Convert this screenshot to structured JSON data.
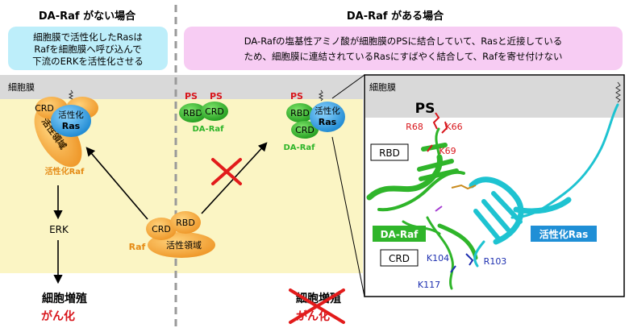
{
  "left": {
    "heading": "DA-Raf がない場合",
    "note_lines": [
      "細胞膜で活性化したRasは",
      "Rafを細胞膜へ呼び込んで",
      "下流のERKを活性化させる"
    ],
    "membrane_label": "細胞膜",
    "crd": "CRD",
    "activated": "活性化",
    "ras": "Ras",
    "active_domain": "活性領域",
    "activated_raf": "活性化Raf",
    "erk": "ERK",
    "outcome1": "細胞増殖",
    "outcome2": "がん化"
  },
  "center": {
    "crd": "CRD",
    "rbd": "RBD",
    "active_domain": "活性領域",
    "raf": "Raf"
  },
  "right": {
    "heading": "DA-Raf がある場合",
    "note_lines": [
      "DA-Rafの塩基性アミノ酸が細胞膜のPSに結合していて、Rasと近接している",
      "ため、細胞膜に連結されているRasにすばやく結合して、Rafを寄せ付けない"
    ],
    "ps": "PS",
    "rbd": "RBD",
    "crd": "CRD",
    "da_raf": "DA-Raf",
    "activated": "活性化",
    "ras": "Ras",
    "outcome1": "細胞増殖",
    "outcome2": "がん化"
  },
  "structure": {
    "membrane_label": "細胞膜",
    "ps": "PS",
    "r68": "R68",
    "k66": "K66",
    "k69": "K69",
    "rbd_box": "RBD",
    "crd_box": "CRD",
    "da_raf_tag": "DA-Raf",
    "ras_tag": "活性化Ras",
    "k104": "K104",
    "r103": "R103",
    "k117": "K117"
  },
  "colors": {
    "membrane": "#d9d9d9",
    "cytoplasm": "#fbf5c4",
    "left_note": "#bdeefa",
    "right_note": "#f7ccf3",
    "orange": "#f0a03a",
    "green": "#2fb52a",
    "blue": "#1f8fd6",
    "red": "#d8161c",
    "cyan": "#1ec3d1",
    "navy": "#1d2fb0"
  }
}
